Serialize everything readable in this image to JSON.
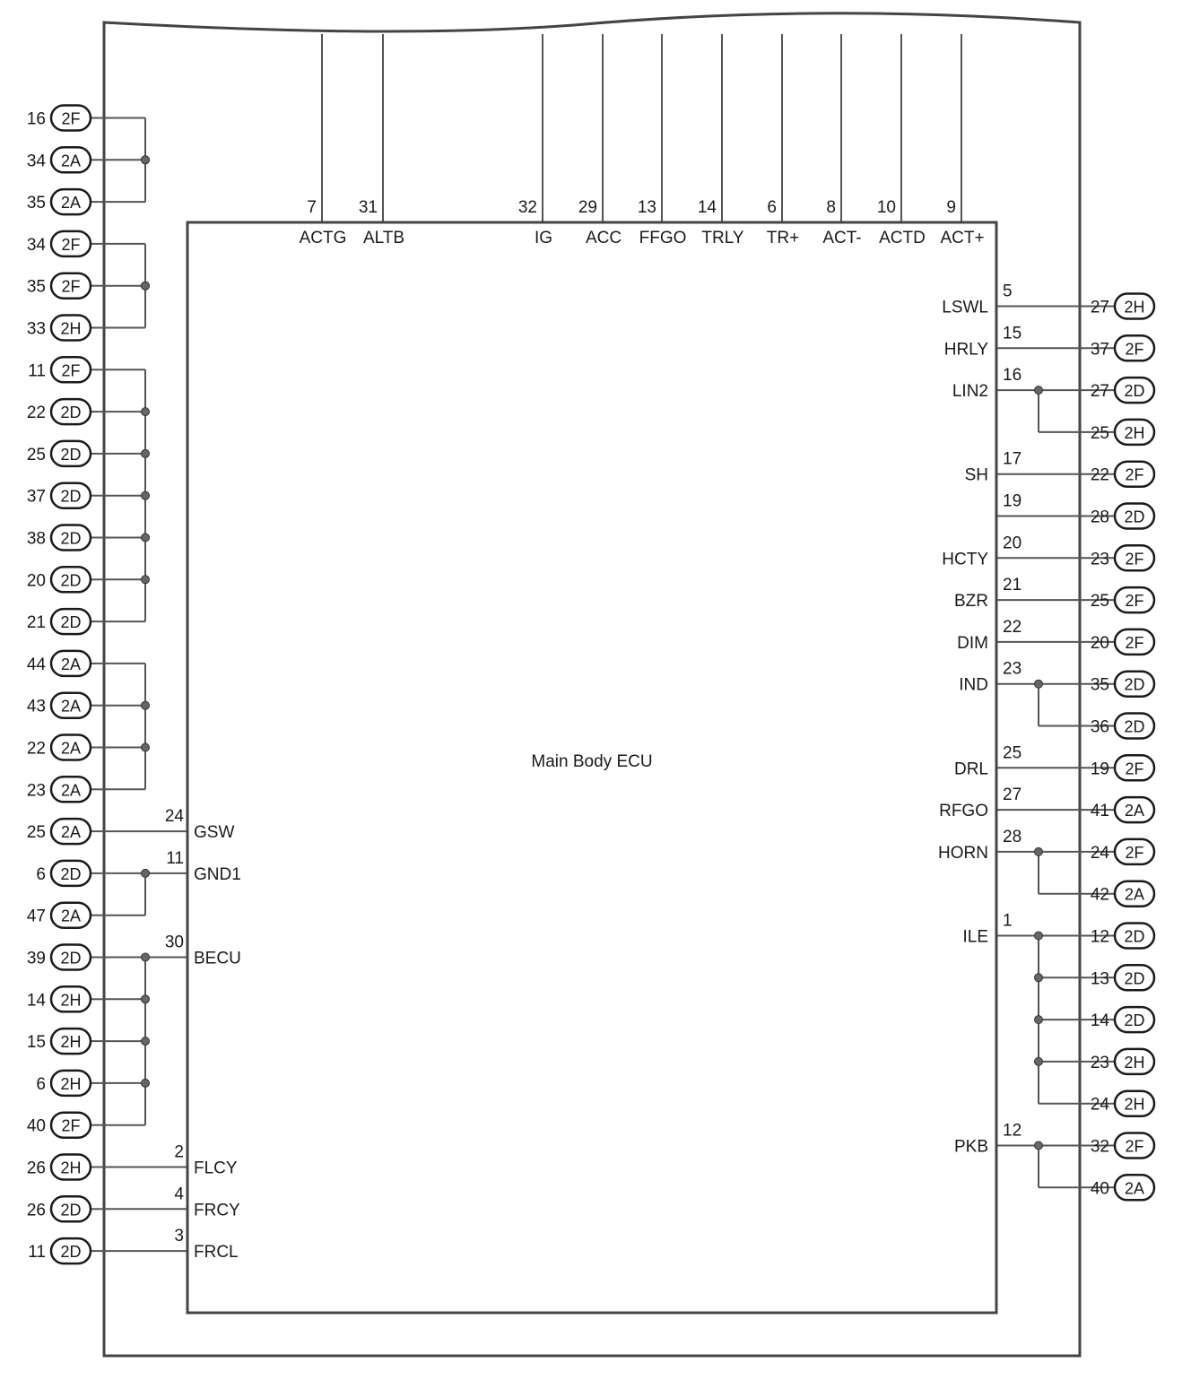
{
  "ecu": {
    "name": "Main Body ECU"
  },
  "top_pins": [
    {
      "pin": "7",
      "signal": "ACTG"
    },
    {
      "pin": "31",
      "signal": "ALTB"
    },
    {
      "pin": "32",
      "signal": "IG"
    },
    {
      "pin": "29",
      "signal": "ACC"
    },
    {
      "pin": "13",
      "signal": "FFGO"
    },
    {
      "pin": "14",
      "signal": "TRLY"
    },
    {
      "pin": "6",
      "signal": "TR+"
    },
    {
      "pin": "8",
      "signal": "ACT-"
    },
    {
      "pin": "10",
      "signal": "ACTD"
    },
    {
      "pin": "9",
      "signal": "ACT+"
    }
  ],
  "left_pins": [
    {
      "pin": "24",
      "signal": "GSW"
    },
    {
      "pin": "11",
      "signal": "GND1"
    },
    {
      "pin": "30",
      "signal": "BECU"
    },
    {
      "pin": "2",
      "signal": "FLCY"
    },
    {
      "pin": "4",
      "signal": "FRCY"
    },
    {
      "pin": "3",
      "signal": "FRCL"
    }
  ],
  "right_pins": [
    {
      "pin": "5",
      "signal": "LSWL"
    },
    {
      "pin": "15",
      "signal": "HRLY"
    },
    {
      "pin": "16",
      "signal": "LIN2"
    },
    {
      "pin": "17",
      "signal": "SH"
    },
    {
      "pin": "19",
      "signal": ""
    },
    {
      "pin": "20",
      "signal": "HCTY"
    },
    {
      "pin": "21",
      "signal": "BZR"
    },
    {
      "pin": "22",
      "signal": "DIM"
    },
    {
      "pin": "23",
      "signal": "IND"
    },
    {
      "pin": "25",
      "signal": "DRL"
    },
    {
      "pin": "27",
      "signal": "RFGO"
    },
    {
      "pin": "28",
      "signal": "HORN"
    },
    {
      "pin": "1",
      "signal": "ILE"
    },
    {
      "pin": "12",
      "signal": "PKB"
    }
  ],
  "left_terminals": [
    {
      "num": "16",
      "conn": "2F"
    },
    {
      "num": "34",
      "conn": "2A"
    },
    {
      "num": "35",
      "conn": "2A"
    },
    {
      "num": "34",
      "conn": "2F"
    },
    {
      "num": "35",
      "conn": "2F"
    },
    {
      "num": "33",
      "conn": "2H"
    },
    {
      "num": "11",
      "conn": "2F"
    },
    {
      "num": "22",
      "conn": "2D"
    },
    {
      "num": "25",
      "conn": "2D"
    },
    {
      "num": "37",
      "conn": "2D"
    },
    {
      "num": "38",
      "conn": "2D"
    },
    {
      "num": "20",
      "conn": "2D"
    },
    {
      "num": "21",
      "conn": "2D"
    },
    {
      "num": "44",
      "conn": "2A"
    },
    {
      "num": "43",
      "conn": "2A"
    },
    {
      "num": "22",
      "conn": "2A"
    },
    {
      "num": "23",
      "conn": "2A"
    },
    {
      "num": "25",
      "conn": "2A"
    },
    {
      "num": "6",
      "conn": "2D"
    },
    {
      "num": "47",
      "conn": "2A"
    },
    {
      "num": "39",
      "conn": "2D"
    },
    {
      "num": "14",
      "conn": "2H"
    },
    {
      "num": "15",
      "conn": "2H"
    },
    {
      "num": "6",
      "conn": "2H"
    },
    {
      "num": "40",
      "conn": "2F"
    },
    {
      "num": "26",
      "conn": "2H"
    },
    {
      "num": "26",
      "conn": "2D"
    },
    {
      "num": "11",
      "conn": "2D"
    }
  ],
  "right_terminals": [
    {
      "num": "27",
      "conn": "2H"
    },
    {
      "num": "37",
      "conn": "2F"
    },
    {
      "num": "27",
      "conn": "2D"
    },
    {
      "num": "25",
      "conn": "2H"
    },
    {
      "num": "22",
      "conn": "2F"
    },
    {
      "num": "28",
      "conn": "2D"
    },
    {
      "num": "23",
      "conn": "2F"
    },
    {
      "num": "25",
      "conn": "2F"
    },
    {
      "num": "20",
      "conn": "2F"
    },
    {
      "num": "35",
      "conn": "2D"
    },
    {
      "num": "36",
      "conn": "2D"
    },
    {
      "num": "19",
      "conn": "2F"
    },
    {
      "num": "41",
      "conn": "2A"
    },
    {
      "num": "24",
      "conn": "2F"
    },
    {
      "num": "42",
      "conn": "2A"
    },
    {
      "num": "12",
      "conn": "2D"
    },
    {
      "num": "13",
      "conn": "2D"
    },
    {
      "num": "14",
      "conn": "2D"
    },
    {
      "num": "23",
      "conn": "2H"
    },
    {
      "num": "24",
      "conn": "2H"
    },
    {
      "num": "32",
      "conn": "2F"
    },
    {
      "num": "40",
      "conn": "2A"
    }
  ]
}
